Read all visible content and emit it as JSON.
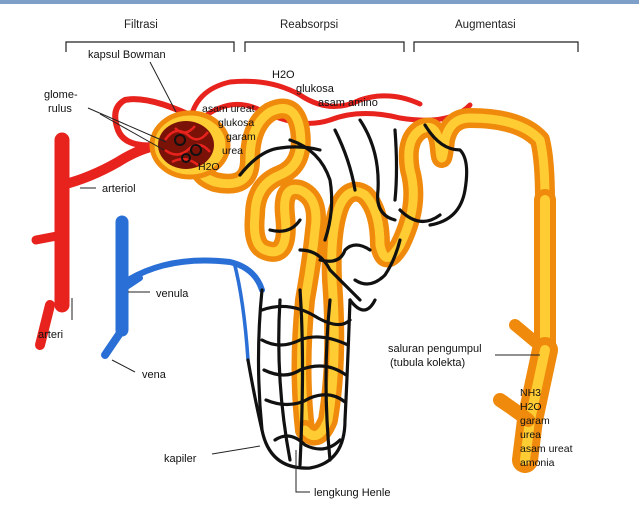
{
  "sections": {
    "filtrasi": "Filtrasi",
    "reabsorpsi": "Reabsorpsi",
    "augmentasi": "Augmentasi"
  },
  "labels": {
    "kapsul_bowman": "kapsul Bowman",
    "glomerulus_1": "glome-",
    "glomerulus_2": "rulus",
    "arteriol": "arteriol",
    "arteri": "arteri",
    "venula": "venula",
    "vena": "vena",
    "kapiler": "kapiler",
    "lengkung_henle": "lengkung Henle",
    "saluran_1": "saluran pengumpul",
    "saluran_2": "(tubula kolekta)"
  },
  "filtrate": [
    "asam ureat",
    "glukosa",
    "garam",
    "urea",
    "H2O"
  ],
  "reabsorbed": [
    "H2O",
    "glukosa",
    "asam amino"
  ],
  "urine": [
    "NH3",
    "H2O",
    "garam",
    "urea",
    "asam ureat",
    "amonia"
  ],
  "colors": {
    "artery": "#e8221c",
    "vein": "#2a6fd6",
    "tubule_outer": "#f39a12",
    "tubule_inner": "#ffd23a",
    "capillary": "#111111"
  }
}
